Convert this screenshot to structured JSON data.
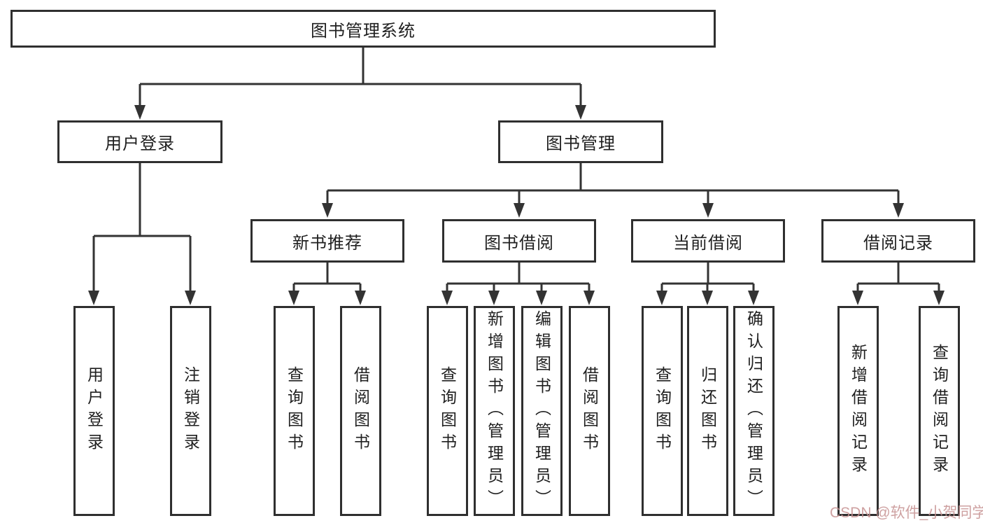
{
  "tree": {
    "root": {
      "label": "图书管理系统"
    },
    "branches": [
      {
        "label": "用户登录",
        "children": [
          {
            "label": "用户登录"
          },
          {
            "label": "注销登录"
          }
        ]
      },
      {
        "label": "图书管理",
        "children": [
          {
            "label": "新书推荐",
            "children": [
              {
                "label": "查询图书"
              },
              {
                "label": "借阅图书"
              }
            ]
          },
          {
            "label": "图书借阅",
            "children": [
              {
                "label": "查询图书"
              },
              {
                "label": "新增图书（管理员）"
              },
              {
                "label": "编辑图书（管理员）"
              },
              {
                "label": "借阅图书"
              }
            ]
          },
          {
            "label": "当前借阅",
            "children": [
              {
                "label": "查询图书"
              },
              {
                "label": "归还图书"
              },
              {
                "label": "确认归还（管理员）"
              }
            ]
          },
          {
            "label": "借阅记录",
            "children": [
              {
                "label": "新增借阅记录"
              },
              {
                "label": "查询借阅记录"
              }
            ]
          }
        ]
      }
    ]
  },
  "watermark": {
    "text": "CSDN @软件_小贺同学",
    "color": "#c59090"
  },
  "colors": {
    "line": "#333333",
    "box_border": "#2f2f2f",
    "background": "#ffffff"
  }
}
